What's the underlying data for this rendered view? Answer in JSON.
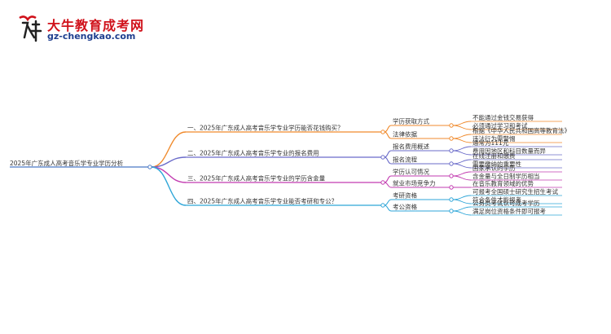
{
  "logo": {
    "title": "大牛教育成考网",
    "url": "gz-chengkao.com"
  },
  "root": "2025年广东成人高考音乐学专业学历分析",
  "branches": [
    {
      "label": "一、2025年广东成人高考音乐学专业学历能否花钱购买？",
      "color": "#f08a2c",
      "children": [
        {
          "label": "学历获取方式",
          "leaves": [
            "不能通过金钱交易获得",
            "必须通过学习和考试"
          ]
        },
        {
          "label": "法律依据",
          "leaves": [
            "根据《中华人民共和国高等教育法》",
            "违法行为需警惕"
          ]
        }
      ]
    },
    {
      "label": "二、2025年广东成人高考音乐学专业的报名费用",
      "color": "#6a6bc9",
      "children": [
        {
          "label": "报名费用概述",
          "leaves": [
            "通常为111元",
            "费用因地区和科目数量而异"
          ]
        },
        {
          "label": "报名流程",
          "leaves": [
            "在线注册和缴费",
            "需要缴纳的重要性"
          ]
        }
      ]
    },
    {
      "label": "三、2025年广东成人高考音乐学专业的学历含金量",
      "color": "#c23bb0",
      "children": [
        {
          "label": "学历认可情况",
          "leaves": [
            "国家承认的学历",
            "含金量与全日制学历相当"
          ]
        },
        {
          "label": "就业市场竞争力",
          "leaves": [
            "在音乐教育领域的优势"
          ]
        }
      ]
    },
    {
      "label": "四、2025年广东成人高考音乐学专业能否考研和专公？",
      "color": "#2fa6d8",
      "children": [
        {
          "label": "考研资格",
          "leaves": [
            "可报考全国硕士研究生招生考试",
            "符合条件才能报考"
          ]
        },
        {
          "label": "考公资格",
          "leaves": [
            "公务员考试认可成考学历",
            "满足岗位资格条件即可报考"
          ]
        }
      ]
    }
  ]
}
